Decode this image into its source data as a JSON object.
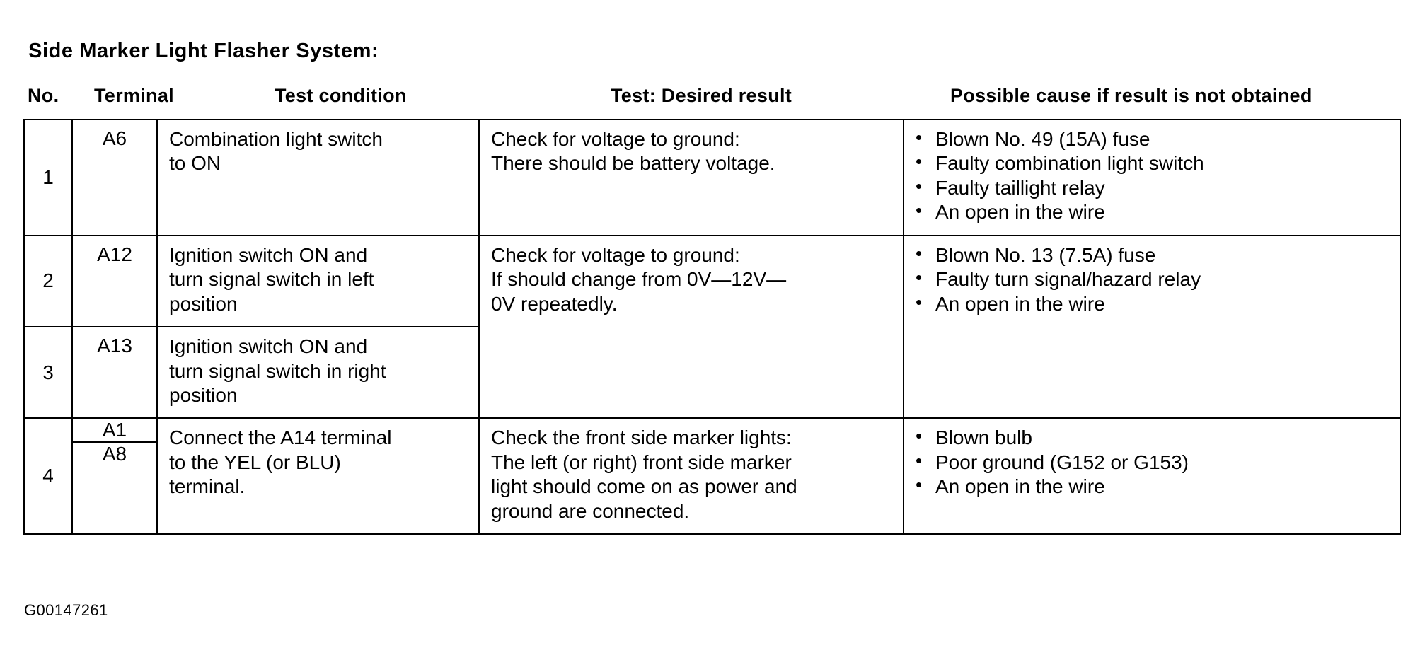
{
  "document": {
    "title": "Side Marker Light Flasher System:",
    "figure_code": "G00147261"
  },
  "table": {
    "headers": {
      "no": "No.",
      "terminal": "Terminal",
      "test_condition": "Test condition",
      "desired_result": "Test: Desired result",
      "possible_cause": "Possible cause if result is not obtained"
    },
    "rows": [
      {
        "no": "1",
        "terminal": "A6",
        "condition_lines": [
          "Combination light switch",
          "to ON"
        ],
        "result_lines": [
          "Check for voltage to ground:",
          "There should be battery voltage."
        ],
        "causes": [
          "Blown No. 49 (15A) fuse",
          "Faulty combination light switch",
          "Faulty taillight relay",
          "An open in the wire"
        ]
      },
      {
        "no": "2",
        "terminal": "A12",
        "condition_lines": [
          "Ignition switch ON and",
          "turn signal switch in left",
          "position"
        ],
        "result_lines": [
          "Check for voltage to ground:",
          "If should change from 0V—12V—",
          "0V repeatedly."
        ],
        "causes": [
          "Blown No. 13 (7.5A) fuse",
          "Faulty turn signal/hazard relay",
          "An open in the wire"
        ]
      },
      {
        "no": "3",
        "terminal": "A13",
        "condition_lines": [
          "Ignition switch ON and",
          "turn signal switch in right",
          "position"
        ],
        "result_lines": [],
        "causes": []
      },
      {
        "no": "4",
        "terminal_top": "A1",
        "terminal_bottom": "A8",
        "condition_lines": [
          "Connect the A14 terminal",
          "to the YEL (or BLU)",
          "terminal."
        ],
        "result_lines": [
          "Check the front side marker lights:",
          "The left (or right) front side marker",
          "light should come on as power and",
          "ground are connected."
        ],
        "causes": [
          "Blown bulb",
          "Poor ground (G152 or G153)",
          "An open in the wire"
        ]
      }
    ]
  },
  "colors": {
    "ink": "#000000",
    "paper": "#ffffff"
  }
}
